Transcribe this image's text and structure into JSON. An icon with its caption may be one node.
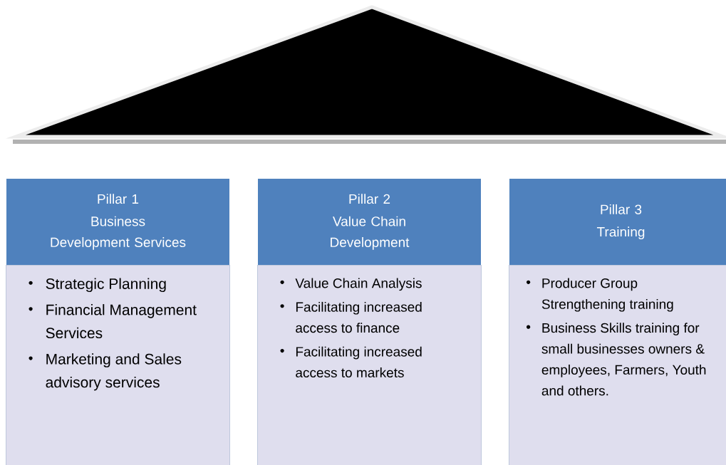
{
  "diagram": {
    "nodes": [
      {
        "text": [
          "Pillar 1",
          "Business  Development Services"
        ]
      },
      {
        "text": [
          "Strategic Planning",
          "Financial Management Services",
          "Marketing and Sales advisory services"
        ]
      },
      {
        "text": [
          "Pillar 2",
          "Value Chain Development"
        ]
      },
      {
        "text": [
          "Value Chain Analysis",
          "Facilitating increased access to finance",
          "Facilitating increased access to markets"
        ]
      },
      {
        "text": [
          "Pillar 3",
          "Training"
        ]
      },
      {
        "text": [
          "Producer Group Strengthening training",
          "Business Skills training for small businesses owners & employees, Farmers, Youth and others."
        ]
      }
    ]
  }
}
